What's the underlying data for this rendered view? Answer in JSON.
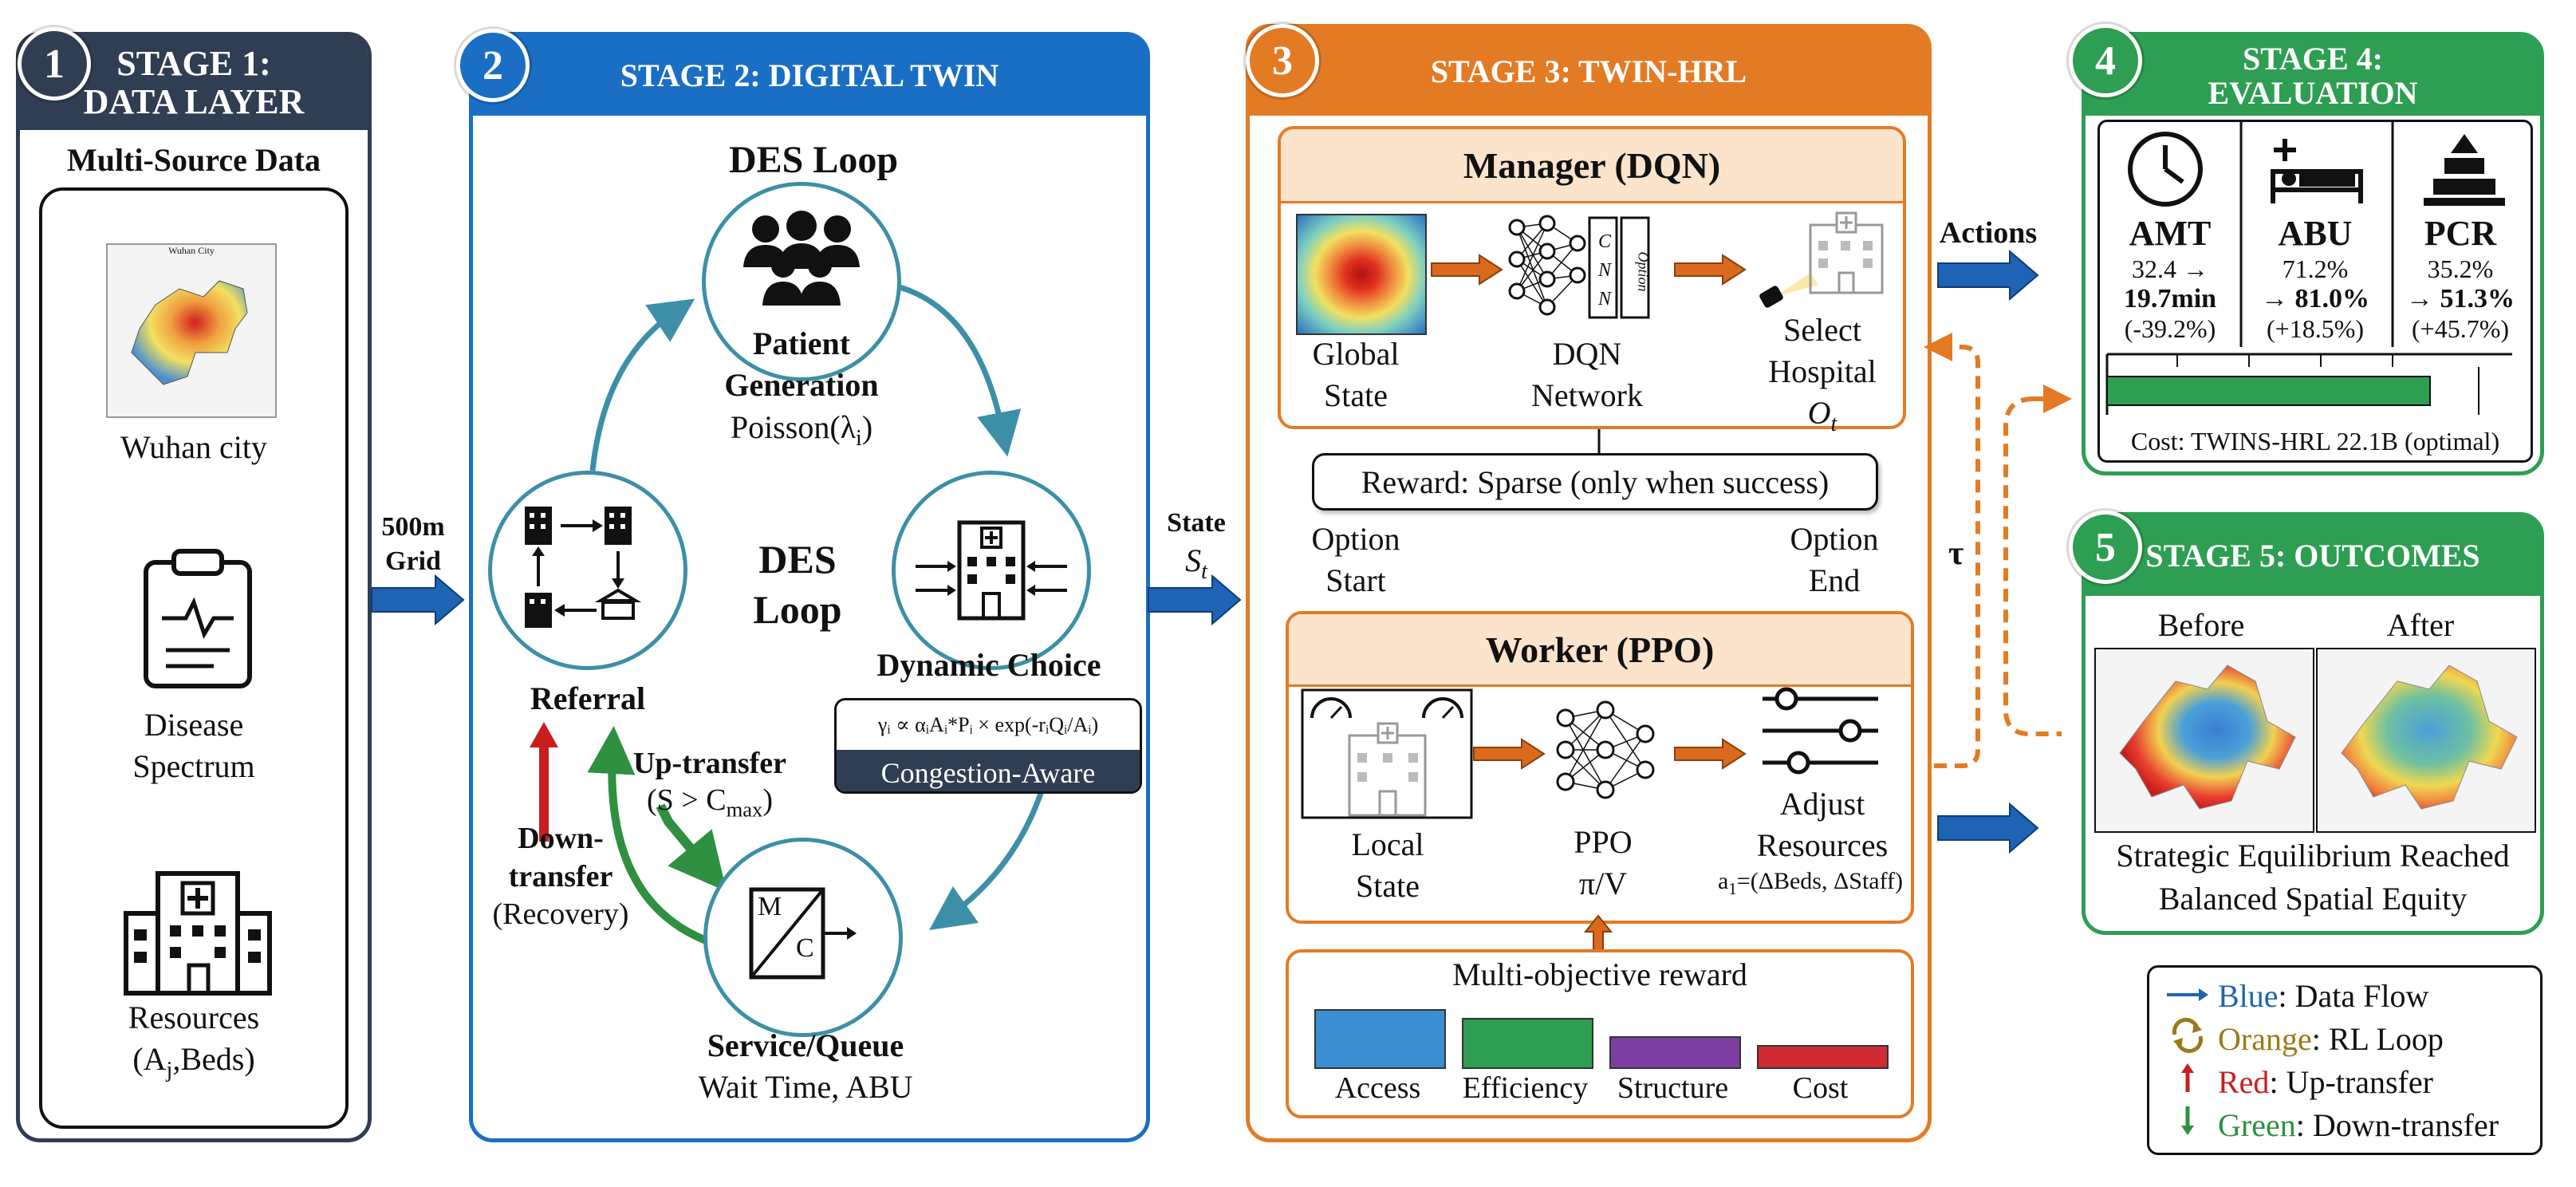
{
  "colors": {
    "stage1": "#2f3e52",
    "stage2": "#1a6fc4",
    "stage3": "#e37b25",
    "stage4": "#2e9e52",
    "stage5": "#2e9e52",
    "blue_arrow": "#1f63b5",
    "orange_arrow": "#e37b25",
    "red": "#c81e1e",
    "green": "#2e9040",
    "teal": "#3d8fa8"
  },
  "stage1": {
    "badge": "1",
    "title_l1": "STAGE 1:",
    "title_l2": "DATA LAYER",
    "section": "Multi-Source Data",
    "items": [
      "Wuhan city",
      "Disease",
      "Spectrum",
      "Resources",
      "(A",
      "j",
      ",Beds)"
    ],
    "map_title": "Wuhan City"
  },
  "arrow1": {
    "l1": "500m",
    "l2": "Grid"
  },
  "stage2": {
    "badge": "2",
    "title": "STAGE 2: DIGITAL TWIN",
    "des_loop_top": "DES Loop",
    "des_loop_center_l1": "DES",
    "des_loop_center_l2": "Loop",
    "patient": {
      "l1": "Patient",
      "l2": "Generation",
      "l3": "Poisson(λ",
      "l3_sub": "i",
      ") ": ")"
    },
    "referral": "Referral",
    "dynamic": "Dynamic Choice",
    "formula": "γᵢ ∝ αᵢAᵢ*Pᵢ × exp(-rᵢQᵢ/Aᵢ)",
    "congestion": "Congestion-Aware",
    "uptransfer_l1": "Up-transfer",
    "uptransfer_l2": "(S > C",
    "uptransfer_sub": "max",
    "downtransfer_l1": "Down-",
    "downtransfer_l2": "transfer",
    "downtransfer_l3": "(Recovery)",
    "service_l1": "Service/Queue",
    "service_l2": "Wait Time, ABU",
    "queue_m": "M",
    "queue_c": "C"
  },
  "arrow2": {
    "l1": "State",
    "l2": "S",
    "l2_sub": "t"
  },
  "stage3": {
    "badge": "3",
    "title": "STAGE 3: TWIN-HRL",
    "manager": {
      "title": "Manager (DQN)",
      "global_l1": "Global",
      "global_l2": "State",
      "dqn_l1": "DQN",
      "dqn_l2": "Network",
      "select_l1": "Select",
      "select_l2": "Hospital",
      "select_l3": "O",
      "select_sub": "t",
      "cnn": [
        "C",
        "N",
        "N"
      ],
      "option": "Option"
    },
    "reward": "Reward: Sparse (only when success)",
    "option_start_l1": "Option",
    "option_start_l2": "Start",
    "option_end_l1": "Option",
    "option_end_l2": "End",
    "worker": {
      "title": "Worker (PPO)",
      "local_l1": "Local",
      "local_l2": "State",
      "ppo_l1": "PPO",
      "ppo_l2": "π/V",
      "adjust_l1": "Adjust",
      "adjust_l2": "Resources",
      "action": "a",
      "action_sub": "1",
      "action_rest": "=(ΔBeds, ΔStaff)"
    },
    "multi": {
      "title": "Multi-objective reward",
      "bars": [
        {
          "label": "Access",
          "value": 1.0,
          "color": "#3a8fd0"
        },
        {
          "label": "Efficiency",
          "value": 0.85,
          "color": "#2e9e52"
        },
        {
          "label": "Structure",
          "value": 0.55,
          "color": "#7a3fa0"
        },
        {
          "label": "Cost",
          "value": 0.4,
          "color": "#d02a34"
        }
      ]
    }
  },
  "arrow_actions": "Actions",
  "tau": "τ",
  "stage4": {
    "badge": "4",
    "title_l1": "STAGE 4:",
    "title_l2": "EVALUATION",
    "metrics": [
      {
        "name": "AMT",
        "before": "32.4 →",
        "after": "19.7min",
        "change": "(-39.2%)",
        "icon": "clock-icon"
      },
      {
        "name": "ABU",
        "before": "71.2%",
        "after": "→ 81.0%",
        "change": "(+18.5%)",
        "icon": "bed-icon"
      },
      {
        "name": "PCR",
        "before": "35.2%",
        "after": "→ 51.3%",
        "change": "(+45.7%)",
        "icon": "pyramid-icon"
      }
    ],
    "cost": "Cost: TWINS-HRL 22.1B (optimal)"
  },
  "stage5": {
    "badge": "5",
    "title": "STAGE 5: OUTCOMES",
    "before": "Before",
    "after": "After",
    "l1": "Strategic Equilibrium Reached",
    "l2": "Balanced Spatial Equity"
  },
  "legend": [
    {
      "color_word": "Blue",
      "rest": ": Data Flow",
      "color": "#1f63b5",
      "icon": "right-arrow-icon"
    },
    {
      "color_word": "Orange",
      "rest": ": RL Loop",
      "color": "#9a7a18",
      "icon": "loop-icon"
    },
    {
      "color_word": "Red",
      "rest": ": Up-transfer",
      "color": "#c81e1e",
      "icon": "up-arrow-icon"
    },
    {
      "color_word": "Green",
      "rest": ": Down-transfer",
      "color": "#2e9040",
      "icon": "down-arrow-icon"
    }
  ]
}
